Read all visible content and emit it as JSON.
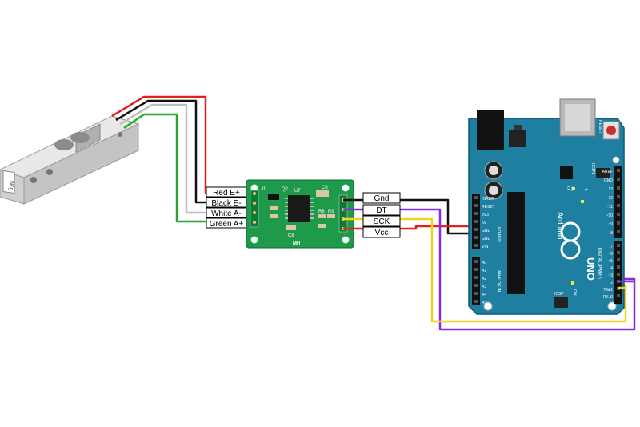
{
  "load_cell": {
    "capacity_label": "5Kg"
  },
  "hx711": {
    "marking": "MH",
    "labels": {
      "j1": "J1",
      "q2": "Q2",
      "u7": "U7",
      "c6": "C6",
      "c8": "C8",
      "r8": "R8",
      "r9": "R9"
    }
  },
  "left_wires": [
    {
      "label": "Red E+",
      "color": "#e3201b"
    },
    {
      "label": "Black E-",
      "color": "#111111"
    },
    {
      "label": "White A-",
      "color": "#bfbfbf"
    },
    {
      "label": "Green A+",
      "color": "#1faa2c"
    }
  ],
  "right_wires": [
    {
      "label": "Gnd",
      "color": "#111111"
    },
    {
      "label": "DT",
      "color": "#8a2be2"
    },
    {
      "label": "SCK",
      "color": "#f2d21b"
    },
    {
      "label": "Vcc",
      "color": "#e3201b"
    }
  ],
  "arduino": {
    "brand": "Arduino",
    "model": "UNO",
    "reset_label": "RESET",
    "icsp2_label": "ICSP2",
    "icsp_label": "ICSP",
    "on_label": "ON",
    "tx_label": "TX",
    "rx_label": "RX",
    "l_label": "L",
    "power_header_label": "POWER",
    "analog_header_label": "ANALOG IN",
    "digital_header_label": "DIGITAL (PWM~)",
    "power_pins": [
      "IOREF",
      "RESET",
      "3V3",
      "5V",
      "GND",
      "GND",
      "VIN"
    ],
    "analog_pins": [
      "A0",
      "A1",
      "A2",
      "A3",
      "A4",
      "A5"
    ],
    "digital_pins_top": [
      "AREF",
      "GND",
      "13",
      "12",
      "~11",
      "~10",
      "~9",
      "8"
    ],
    "digital_pins_bottom": [
      "7",
      "~6",
      "~5",
      "4",
      "~3",
      "2",
      "TX▸1",
      "RX◂0"
    ]
  }
}
